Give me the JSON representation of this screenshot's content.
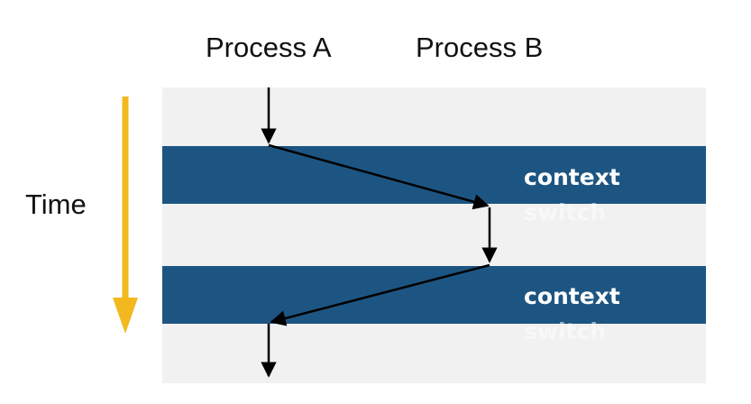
{
  "header": {
    "process_a": "Process A",
    "process_b": "Process B"
  },
  "axis": {
    "time_label": "Time"
  },
  "bands": [
    {
      "line1": "context",
      "line2": "switch"
    },
    {
      "line1": "context",
      "line2": "switch"
    }
  ],
  "colors": {
    "background_panel": "#f1f1f1",
    "band": "#1d5582",
    "band_text": "#ffffff",
    "arrow": "#000000",
    "time_arrow": "#f2b81e"
  }
}
